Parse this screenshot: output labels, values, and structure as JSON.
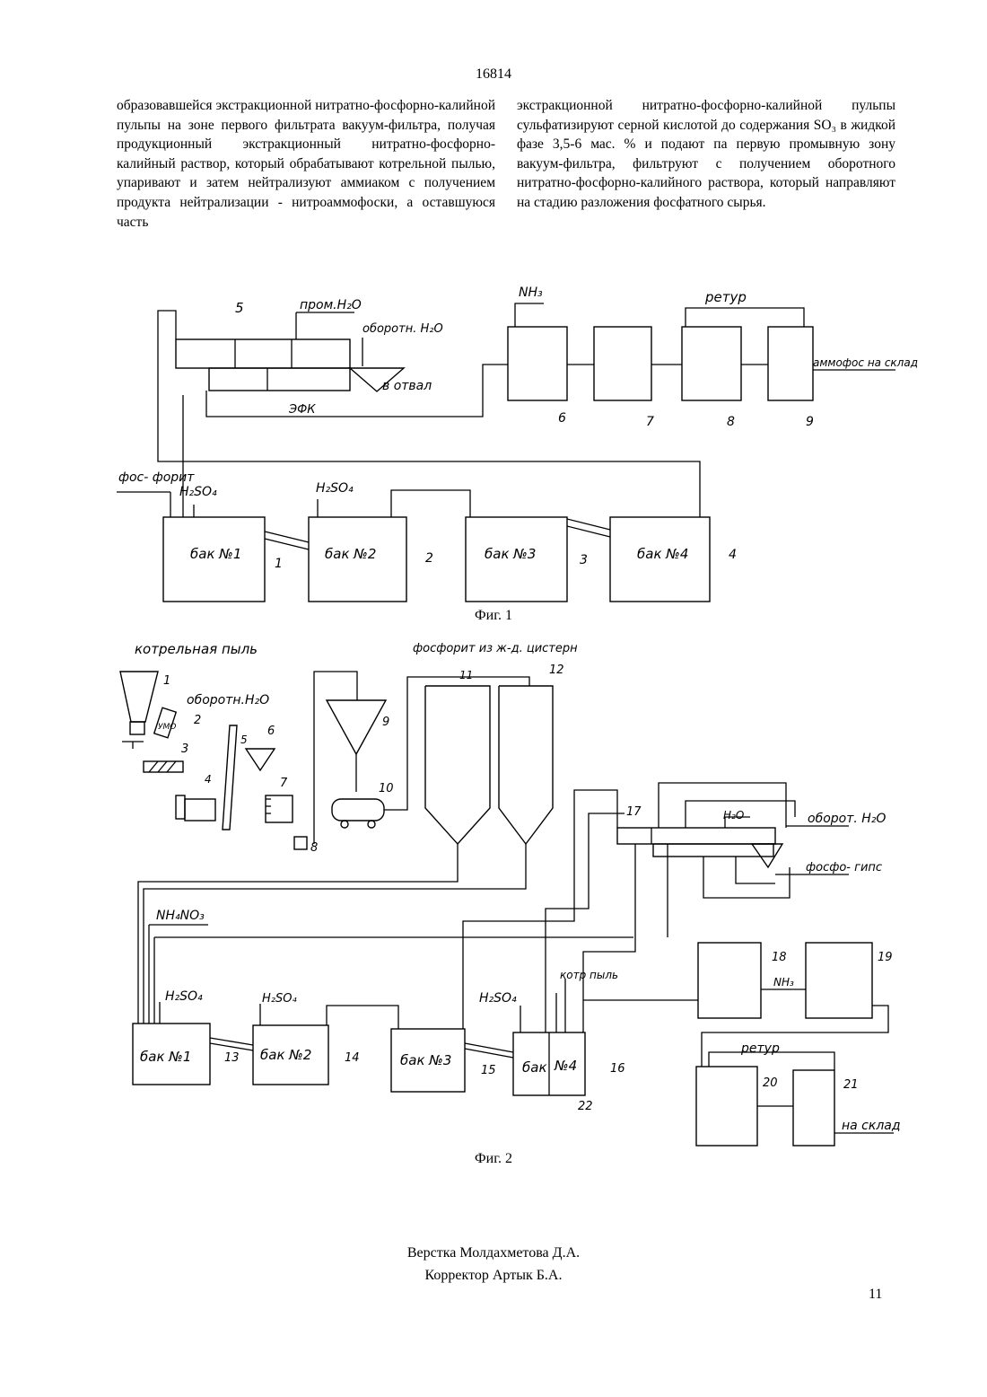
{
  "header": {
    "page_number_top": "16814"
  },
  "text": {
    "left_column": "образовавшейся экстракционной нитратно-фосфорно-калийной пульпы на зоне первого фильтрата вакуум-фильтра, получая продукционный экстракционный нитратно-фосфорно-калийный раствор, который обрабатывают котрельной пылью, упаривают и затем нейтрализуют аммиаком с получением продукта нейтрализации - нитроаммофоски, а оставшуюся часть",
    "right_column": "экстракционной нитратно-фосфорно-калийной пульпы сульфатизируют серной кислотой до содержания SO₃ в жидкой фазе 3,5-6 мас. % и подают па первую промывную зону вакуум-фильтра, фильтруют с получением оборотного нитратно-фосфорно-калийного раствора, который направляют на стадию разложения фосфатного сырья."
  },
  "figure1": {
    "caption": "Фиг. 1",
    "labels": {
      "washing_water": "пром.H₂O",
      "recycle_water": "оборотн. H₂O",
      "discharge": "в отвал",
      "efk": "ЭФК",
      "nh3": "NH₃",
      "retur": "ретур",
      "product": "аммофос на склад",
      "phosphorite": "фос- форит",
      "h2so4_1": "H₂SO₄",
      "h2so4_2": "H₂SO₄"
    },
    "tanks": [
      "бак №1",
      "бак №2",
      "бак №3",
      "бак №4"
    ],
    "numbers": [
      "1",
      "2",
      "3",
      "4",
      "5",
      "6",
      "7",
      "8",
      "9"
    ]
  },
  "figure2": {
    "caption": "Фиг. 2",
    "labels": {
      "cottrell_dust": "котрельная пыль",
      "recycle_water": "оборотн.H₂O",
      "phosphorite_rail": "фосфорит из ж-д. цистерн",
      "h2o": "H₂O",
      "recycle_h2o_out": "оборот. H₂O",
      "phosphogypsum": "фосфо- гипс",
      "nh4no3": "NH₄NO₃",
      "h2so4_1": "H₂SO₄",
      "h2so4_2": "H₂SO₄",
      "h2so4_3": "H₂SO₄",
      "cottrell_dust_2": "котр пыль",
      "nh3": "NH₃",
      "retur": "ретур",
      "to_storage": "на склад",
      "kmo": "УМО"
    },
    "tanks": [
      "бак №1",
      "бак №2",
      "бак №3",
      "бак",
      "№4"
    ],
    "numbers": [
      "1",
      "2",
      "3",
      "4",
      "5",
      "6",
      "7",
      "8",
      "9",
      "10",
      "11",
      "12",
      "13",
      "14",
      "15",
      "16",
      "17",
      "18",
      "19",
      "20",
      "21",
      "22"
    ]
  },
  "footer": {
    "layout": "Верстка Молдахметова Д.А.",
    "proofreader": "Корректор Артык Б.А.",
    "page_number_bottom": "11"
  }
}
